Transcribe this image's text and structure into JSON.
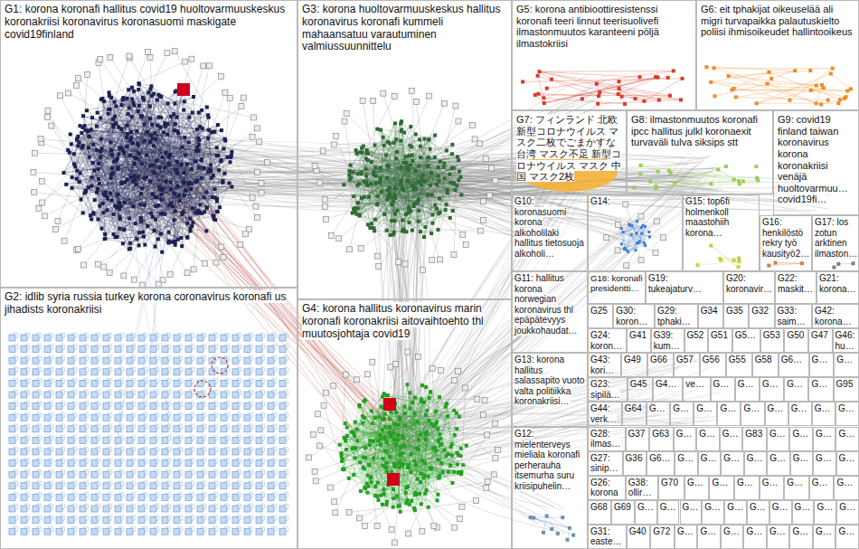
{
  "diagram": {
    "nodes": [
      {
        "text": [
          "G1: korona koronafi hallitus covid19 huoltovarmuuskeskus koronakriisi koronavirus koronasuomi maskigate covid19finland"
        ]
      },
      {
        "text": [
          "G3: korona huoltovarmuuskeskus hallitus koronavirus koronafi kummeli mahaansatuu varautuminen valmiussuunnittelu"
        ]
      },
      {
        "text": [
          "G5: korona antibioottiresistenssi koronafi teeri linnut teerisuolivefi ilmastonmuutos karanteeni pöljä ilmastokriisi"
        ]
      },
      {
        "text": [
          "G6: eit tphakijat oikeuselää ali migri turvapaikka palautuskielto poliisi ihmisoikeudet hallintooikeus"
        ]
      },
      {
        "text": [
          "G7: フィンランド 北欧 新型コロナウイルス マスク二枚でごまかすな 台湾 マスク不足 新型コロナウイルス マスク 中国 マスク2枚"
        ]
      },
      {
        "text": [
          "G8: ilmastonmuutos koronafi ipcc hallitus julkl koronaexit turvaväli tulva siksips stt"
        ]
      },
      {
        "text": [
          "G9: covid19 finland taiwan koronavirus korona koronakriisi venäjä huoltovarmuu… covid19fi…"
        ]
      },
      {
        "text": [
          "G10: koronasuomi korona alkoholilaki hallitus tietosuoja alkoholi…"
        ]
      },
      {
        "text": [
          "G14:"
        ]
      },
      {
        "text": [
          "G15: top6fi holmenkoll maastohiih korona…"
        ]
      },
      {
        "text": [
          "G16: henkilöstö rekry työ kausityö2…"
        ]
      },
      {
        "text": [
          "G17: los zotun arktinen ilmaston…"
        ]
      },
      {
        "text": [
          "G18: koronafi presidentti…"
        ]
      },
      {
        "text": [
          "G19: tukeajaturv…"
        ]
      },
      {
        "text": [
          "G20: koronavir…"
        ]
      },
      {
        "text": [
          "G22: maskit…"
        ]
      },
      {
        "text": [
          "G21: korona…"
        ]
      },
      {
        "text": [
          "G11: hallitus korona norwegian koronavirus thl epäpätevyys joukkohaudat…"
        ]
      },
      {
        "text": [
          "G13: korona hallitus salassapito vuoto valta politiikka koronakriisi…"
        ]
      },
      {
        "text": [
          "G12: mielenterveys mieliala koronafi perherauha itsemurha suru kriisipuhelin…"
        ]
      },
      {
        "text": [
          "G2: idlib syria russia turkey korona coronavirus koronafi us jihadists koronakriisi"
        ]
      },
      {
        "text": [
          "G4: korona hallitus koronavirus marin koronafi koronakriisi aitovaihtoehto thl muutosjohtaja covid19"
        ]
      },
      {
        "text": [
          "G25"
        ]
      },
      {
        "text": [
          "G30: koron…"
        ]
      },
      {
        "text": [
          "G29: tphaki…"
        ]
      },
      {
        "text": [
          "G34"
        ]
      },
      {
        "text": [
          "G35"
        ]
      },
      {
        "text": [
          "G32"
        ]
      },
      {
        "text": [
          "G33: saim…"
        ]
      },
      {
        "text": [
          "G42: korona…"
        ]
      },
      {
        "text": [
          "G24: koron…"
        ]
      },
      {
        "text": [
          "G41"
        ]
      },
      {
        "text": [
          "G39: kum…"
        ]
      },
      {
        "text": [
          "G52"
        ]
      },
      {
        "text": [
          "G51"
        ]
      },
      {
        "text": [
          "G5…"
        ]
      },
      {
        "text": [
          "G53"
        ]
      },
      {
        "text": [
          "G50"
        ]
      },
      {
        "text": [
          "G47"
        ]
      },
      {
        "text": [
          "G46: hu…"
        ]
      },
      {
        "text": [
          "G43: kori…"
        ]
      },
      {
        "text": [
          "G49"
        ]
      },
      {
        "text": [
          "G66"
        ]
      },
      {
        "text": [
          "G57"
        ]
      },
      {
        "text": [
          "G56"
        ]
      },
      {
        "text": [
          "G55"
        ]
      },
      {
        "text": [
          "G58"
        ]
      },
      {
        "text": [
          "G6…"
        ]
      },
      {
        "text": [
          "G…"
        ]
      },
      {
        "text": [
          "G…"
        ]
      },
      {
        "text": [
          "G23: sipilä…"
        ]
      },
      {
        "text": [
          "G45"
        ]
      },
      {
        "text": [
          "G4…"
        ]
      },
      {
        "text": [
          "ve…"
        ]
      },
      {
        "text": [
          "G…"
        ]
      },
      {
        "text": [
          "G…"
        ]
      },
      {
        "text": [
          "G…"
        ]
      },
      {
        "text": [
          "G…"
        ]
      },
      {
        "text": [
          "G…"
        ]
      },
      {
        "text": [
          "G95"
        ]
      },
      {
        "text": [
          "G44: verk…"
        ]
      },
      {
        "text": [
          "G64"
        ]
      },
      {
        "text": [
          "G…"
        ]
      },
      {
        "text": [
          "G…"
        ]
      },
      {
        "text": [
          "G…"
        ]
      },
      {
        "text": [
          "G…"
        ]
      },
      {
        "text": [
          "G…"
        ]
      },
      {
        "text": [
          "G…"
        ]
      },
      {
        "text": [
          "G…"
        ]
      },
      {
        "text": [
          "G…"
        ]
      },
      {
        "text": [
          "G…"
        ]
      },
      {
        "text": [
          "G28: ilmas…"
        ]
      },
      {
        "text": [
          "G37"
        ]
      },
      {
        "text": [
          "G63"
        ]
      },
      {
        "text": [
          "G…"
        ]
      },
      {
        "text": [
          "G…"
        ]
      },
      {
        "text": [
          "G…"
        ]
      },
      {
        "text": [
          "G83"
        ]
      },
      {
        "text": [
          "G…"
        ]
      },
      {
        "text": [
          "G…"
        ]
      },
      {
        "text": [
          "G…"
        ]
      },
      {
        "text": [
          "G…"
        ]
      },
      {
        "text": [
          "G27: sinip…"
        ]
      },
      {
        "text": [
          "G36"
        ]
      },
      {
        "text": [
          "G6…"
        ]
      },
      {
        "text": [
          "G…"
        ]
      },
      {
        "text": [
          "G…"
        ]
      },
      {
        "text": [
          "G…"
        ]
      },
      {
        "text": [
          "G…"
        ]
      },
      {
        "text": [
          "G…"
        ]
      },
      {
        "text": [
          "G…"
        ]
      },
      {
        "text": [
          "G…"
        ]
      },
      {
        "text": [
          "G…"
        ]
      },
      {
        "text": [
          "G26: korona"
        ]
      },
      {
        "text": [
          "G38: ollir…"
        ]
      },
      {
        "text": [
          "G70"
        ]
      },
      {
        "text": [
          "G…"
        ]
      },
      {
        "text": [
          "G…"
        ]
      },
      {
        "text": [
          "G…"
        ]
      },
      {
        "text": [
          "G…"
        ]
      },
      {
        "text": [
          "G…"
        ]
      },
      {
        "text": [
          "G…"
        ]
      },
      {
        "text": [
          "G…"
        ]
      },
      {
        "text": [
          "G68"
        ]
      },
      {
        "text": [
          "G69"
        ]
      },
      {
        "text": [
          "G…"
        ]
      },
      {
        "text": [
          "G…"
        ]
      },
      {
        "text": [
          "G…"
        ]
      },
      {
        "text": [
          "G…"
        ]
      },
      {
        "text": [
          "G…"
        ]
      },
      {
        "text": [
          "G…"
        ]
      },
      {
        "text": [
          "G…"
        ]
      },
      {
        "text": [
          "G…"
        ]
      },
      {
        "text": [
          "G…"
        ]
      },
      {
        "text": [
          "G…"
        ]
      },
      {
        "text": [
          "G31: easte…"
        ]
      },
      {
        "text": [
          "G40"
        ]
      },
      {
        "text": [
          "G72"
        ]
      },
      {
        "text": [
          "G…"
        ]
      },
      {
        "text": [
          "G…"
        ]
      },
      {
        "text": [
          "G…"
        ]
      },
      {
        "text": [
          "G…"
        ]
      },
      {
        "text": [
          "G…"
        ]
      },
      {
        "text": [
          "G…"
        ]
      },
      {
        "text": [
          "G…"
        ]
      },
      {
        "text": [
          "G…"
        ]
      }
    ]
  }
}
